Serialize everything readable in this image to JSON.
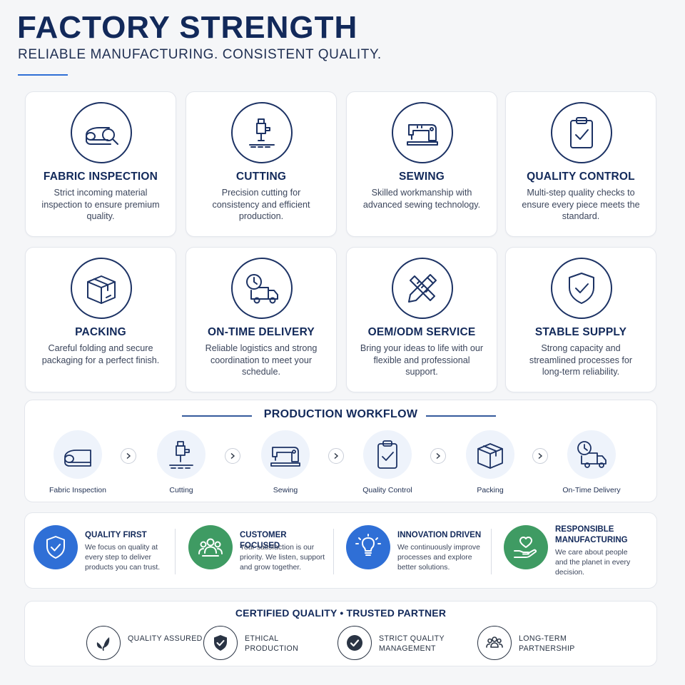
{
  "header": {
    "title": "FACTORY STRENGTH",
    "subtitle": "RELIABLE MANUFACTURING. CONSISTENT QUALITY."
  },
  "colors": {
    "navy": "#12295a",
    "accent_blue": "#2f6fd6",
    "value_blue": "#2f6fd6",
    "value_green": "#3f9b63"
  },
  "cards": [
    {
      "icon": "fabric-inspection-icon",
      "title": "FABRIC INSPECTION",
      "desc": "Strict incoming material inspection to ensure premium quality."
    },
    {
      "icon": "cutting-machine-icon",
      "title": "CUTTING",
      "desc": "Precision cutting for consistency and efficient production."
    },
    {
      "icon": "sewing-machine-icon",
      "title": "SEWING",
      "desc": "Skilled workmanship with advanced sewing technology."
    },
    {
      "icon": "clipboard-check-icon",
      "title": "QUALITY CONTROL",
      "desc": "Multi-step quality checks to ensure every piece meets the standard."
    },
    {
      "icon": "box-icon",
      "title": "PACKING",
      "desc": "Careful folding and secure packaging for a perfect finish."
    },
    {
      "icon": "delivery-truck-icon",
      "title": "ON-TIME DELIVERY",
      "desc": "Reliable logistics and strong coordination to meet your schedule."
    },
    {
      "icon": "pencil-ruler-icon",
      "title": "OEM/ODM SERVICE",
      "desc": "Bring your ideas to life with our flexible and professional support."
    },
    {
      "icon": "shield-check-icon",
      "title": "STABLE SUPPLY",
      "desc": "Strong capacity and streamlined processes for long-term reliability."
    }
  ],
  "workflow": {
    "title": "PRODUCTION WORKFLOW",
    "steps": [
      {
        "icon": "fabric-roll-icon",
        "label": "Fabric Inspection"
      },
      {
        "icon": "cutting-machine-icon",
        "label": "Cutting"
      },
      {
        "icon": "sewing-machine-icon",
        "label": "Sewing"
      },
      {
        "icon": "clipboard-check-icon",
        "label": "Quality Control"
      },
      {
        "icon": "box-icon",
        "label": "Packing"
      },
      {
        "icon": "delivery-truck-icon",
        "label": "On-Time Delivery"
      }
    ]
  },
  "values": [
    {
      "icon": "shield-check-icon",
      "color": "#2f6fd6",
      "title": "QUALITY FIRST",
      "desc": "We focus on quality at every step to deliver products you can trust."
    },
    {
      "icon": "people-icon",
      "color": "#3f9b63",
      "title": "CUSTOMER FOCUSED",
      "desc": "Your satisfaction is our priority. We listen, support and grow together."
    },
    {
      "icon": "lightbulb-icon",
      "color": "#2f6fd6",
      "title": "INNOVATION DRIVEN",
      "desc": "We continuously improve processes and explore better solutions."
    },
    {
      "icon": "heart-hand-icon",
      "color": "#3f9b63",
      "title": "RESPONSIBLE MANUFACTURING",
      "desc": "We care about people and the planet in every decision."
    }
  ],
  "certified": {
    "title": "CERTIFIED QUALITY • TRUSTED PARTNER",
    "badges": [
      {
        "icon": "leaf-icon",
        "label": "QUALITY ASSURED"
      },
      {
        "icon": "shield-check-icon",
        "label": "ETHICAL PRODUCTION"
      },
      {
        "icon": "check-circle-icon",
        "label": "STRICT QUALITY MANAGEMENT"
      },
      {
        "icon": "people-icon",
        "label": "LONG-TERM PARTNERSHIP"
      }
    ]
  }
}
